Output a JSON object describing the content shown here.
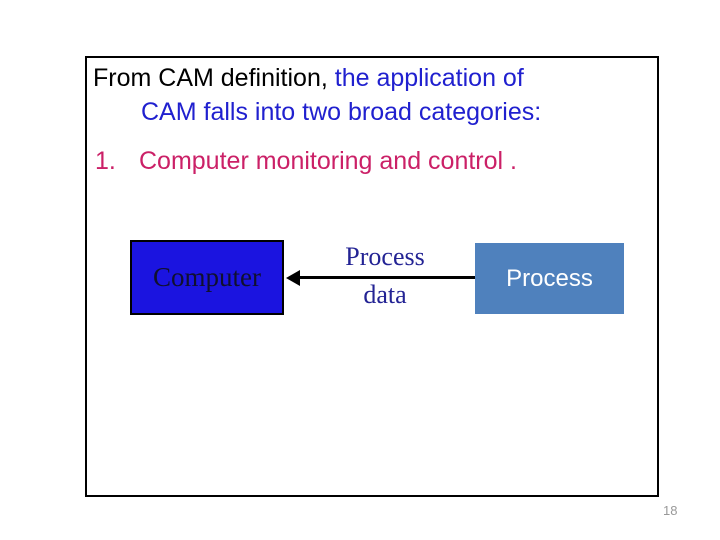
{
  "slide": {
    "heading": {
      "part1_black": "From CAM definition,",
      "part2_blue": " the application of",
      "line2_blue": "CAM falls into two broad categories:",
      "list_number": "1.",
      "list_text": "Computer monitoring and control ."
    },
    "diagram": {
      "computer_box_label": "Computer",
      "arrow_label_line1": "Process",
      "arrow_label_line2": "data",
      "process_box_label": "Process"
    },
    "page_number": "18",
    "colors": {
      "blue_text": "#2020cf",
      "crimson_text": "#cb2067",
      "computer_fill": "#1b14e0",
      "computer_text": "#10102e",
      "process_fill": "#4f81bd",
      "arrow_label": "#232394",
      "page_num": "#999999"
    }
  }
}
